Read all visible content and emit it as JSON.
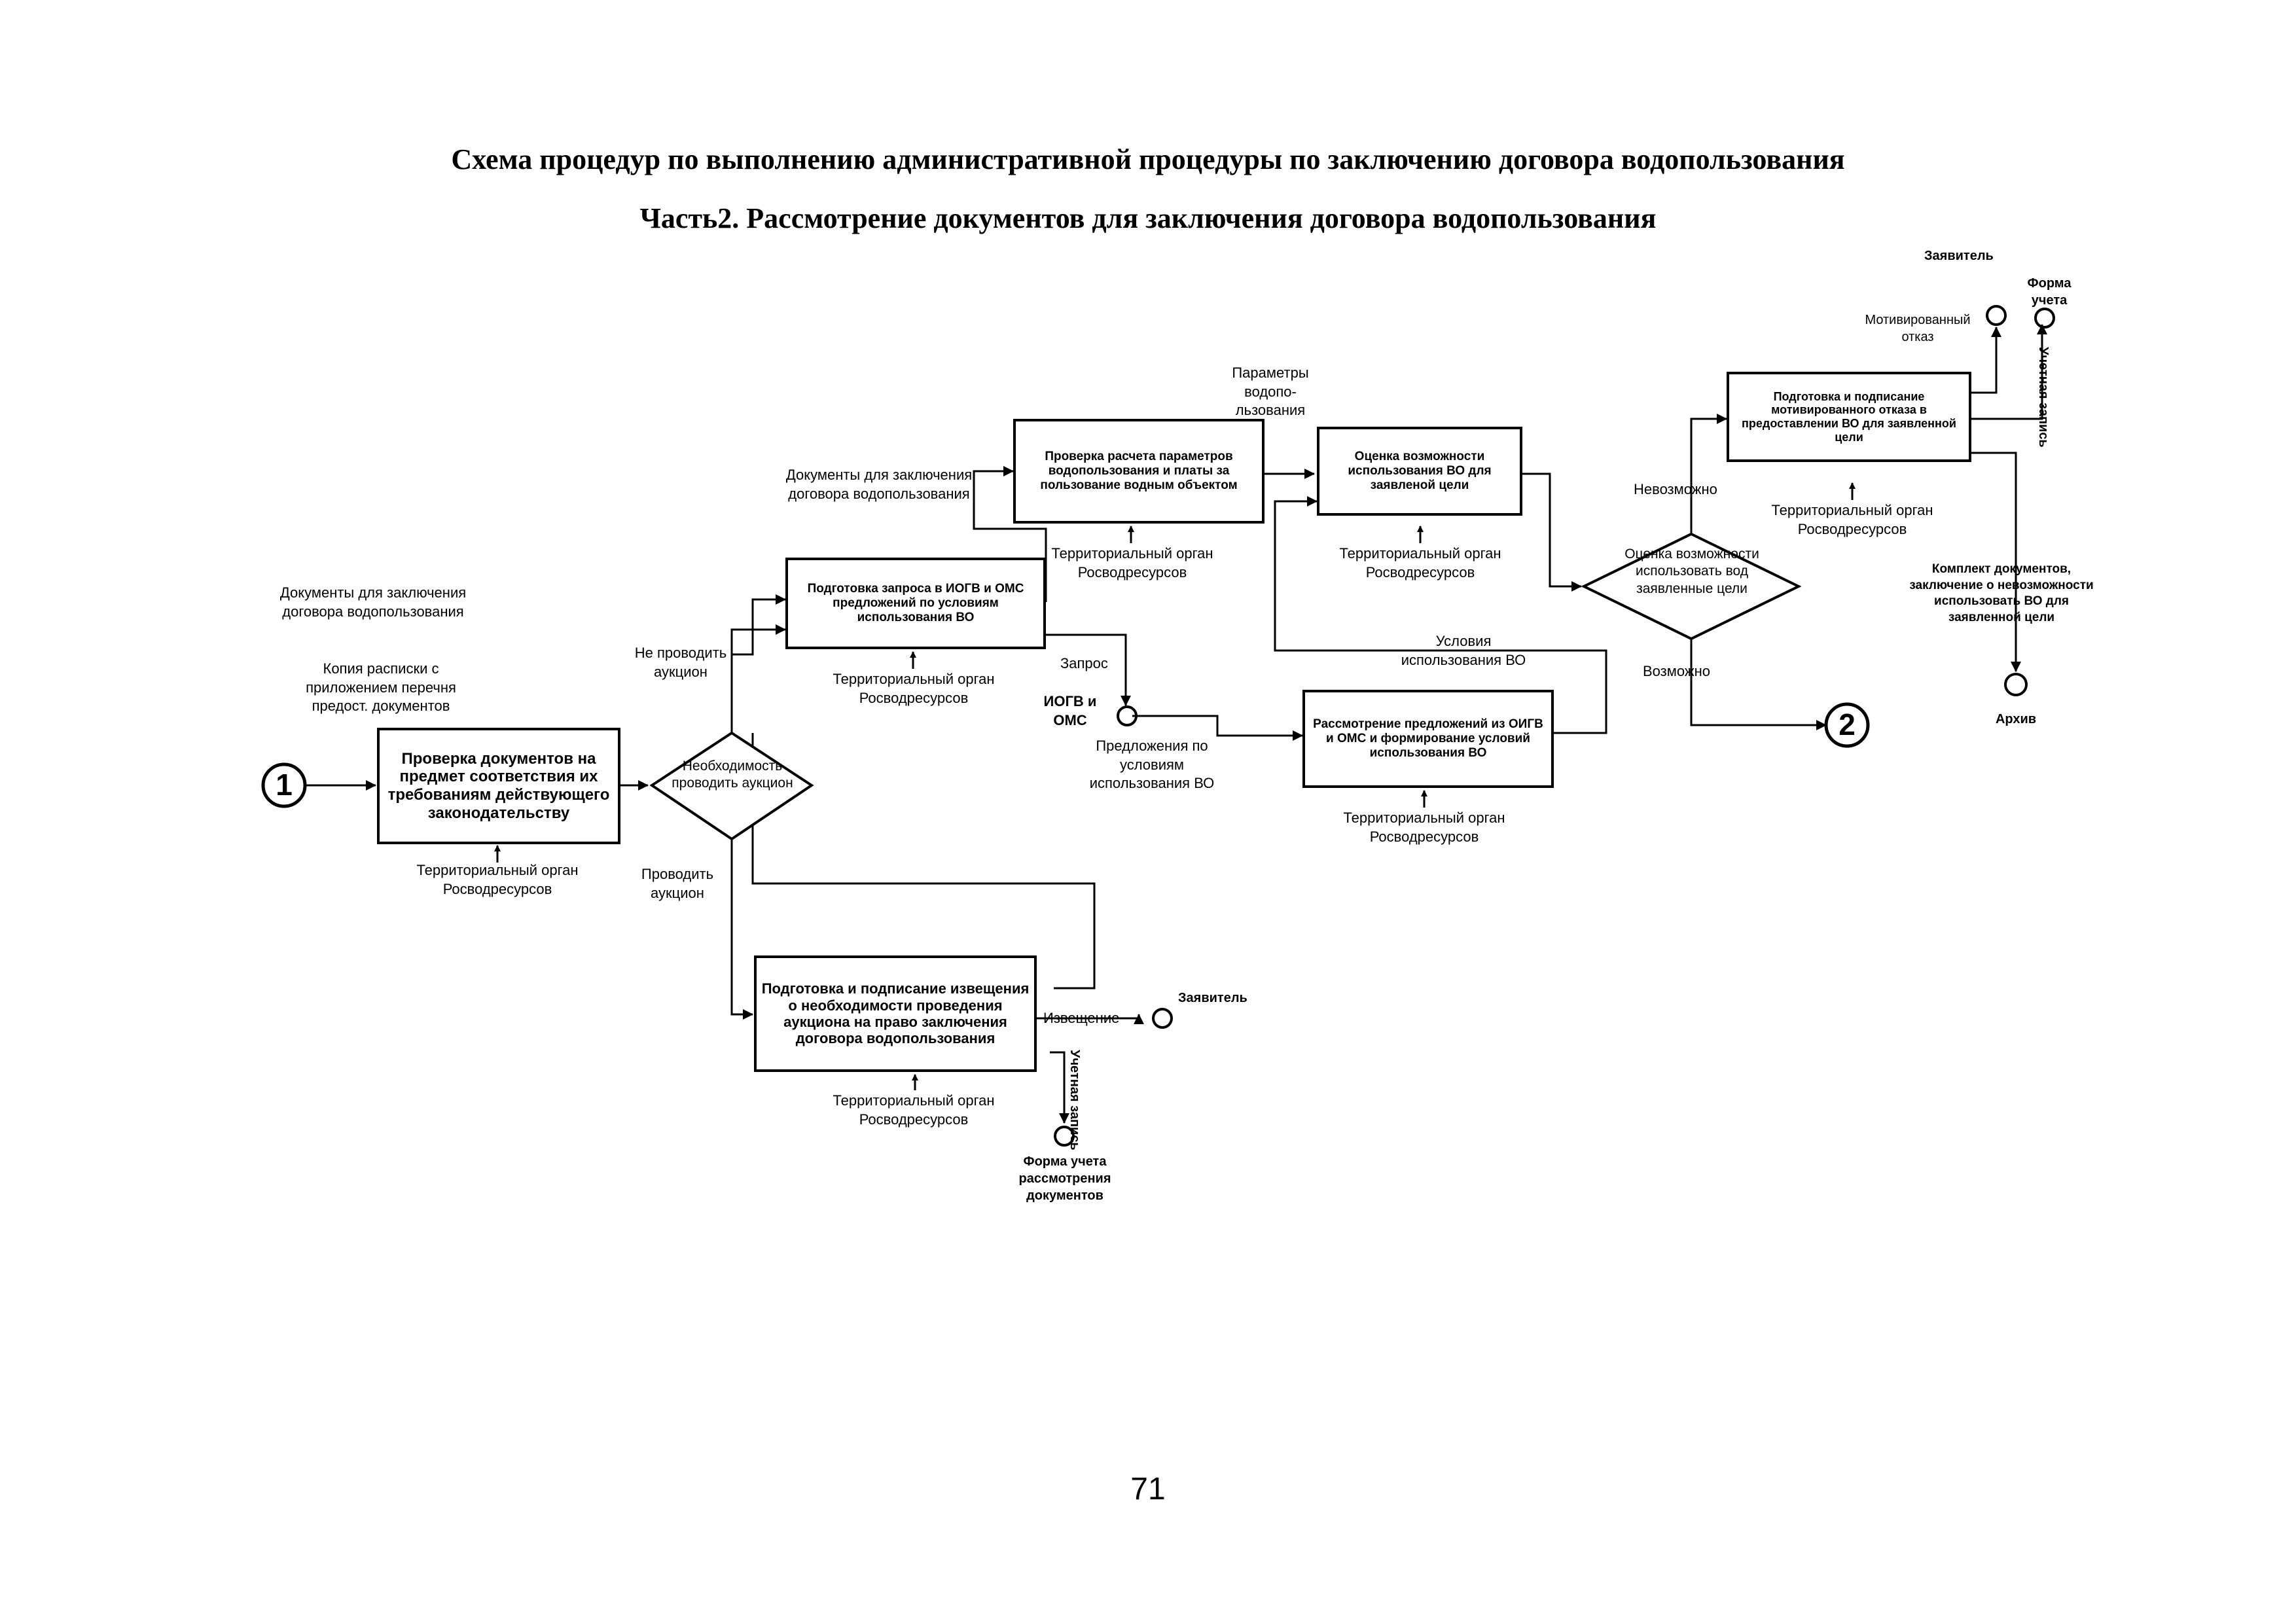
{
  "title": "Схема процедур по выполнению административной процедуры по заключению договора водопользования",
  "subtitle": "Часть2. Рассмотрение документов для заключения договора водопользования",
  "page_number": "71",
  "connectors": {
    "start": "1",
    "end": "2"
  },
  "boxes": {
    "check_docs": "Проверка документов на предмет соответствия их требованиям действующего законодательству",
    "prepare_request": "Подготовка запроса в ИОГВ и ОМС предложений по условиям использования ВО",
    "check_params": "Проверка расчета параметров водопользования и платы за пользование водным объектом",
    "assess": "Оценка возможности использования ВО для заявленой цели",
    "review_proposals": "Рассмотрение предложений из ОИГВ и ОМС и формирование условий использования ВО",
    "prepare_notice": "Подготовка и подписание извещения о необходимости проведения аукциона на право заключения договора водопользования",
    "prepare_refusal": "Подготовка и подписание мотивированного отказа в предоставлении ВО для заявленной цели"
  },
  "decisions": {
    "auction": "Необходимость проводить аукцион",
    "possibility": "Оценка возможности использовать вод заявленные цели"
  },
  "labels": {
    "docs_input": "Документы для заключения договора водопользования",
    "receipt_copy": "Копия расписки с приложением перечня предост. документов",
    "docs_input2": "Документы для заключения договора водопользования",
    "no_auction": "Не проводить аукцион",
    "do_auction": "Проводить аукцион",
    "water_params": "Параметры водопо-льзования",
    "request": "Запрос",
    "iogv_oms": "ИОГВ и ОМС",
    "proposals": "Предложения по условиям использования ВО",
    "conditions": "Условия использования ВО",
    "impossible": "Невозможно",
    "possible": "Возможно",
    "reasoned_refusal": "Мотивированный отказ",
    "applicant_top": "Заявитель",
    "form_top": "Форма учета",
    "record_top": "Учетная запись",
    "package": "Комплект документов, заключение о невозможности использовать ВО для заявленной цели",
    "archive": "Архив",
    "notice": "Извещение",
    "applicant_bottom": "Заявитель",
    "record_bottom": "Учетная запись",
    "form_bottom": "Форма учета рассмотрения документов"
  },
  "performer": "Территориальный орган Росводресурсов"
}
